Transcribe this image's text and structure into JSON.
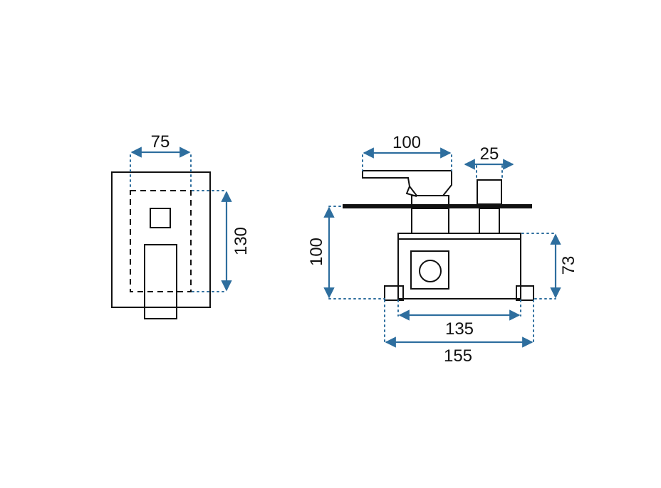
{
  "colors": {
    "outline": "#111111",
    "dimension": "#2e6e9e",
    "background": "#ffffff"
  },
  "front_view": {
    "width_label": "75",
    "height_label": "130"
  },
  "side_view": {
    "lever_length_label": "100",
    "knob_width_label": "25",
    "depth_label": "100",
    "body_height_label": "73",
    "base_inner_label": "135",
    "base_outer_label": "155"
  }
}
